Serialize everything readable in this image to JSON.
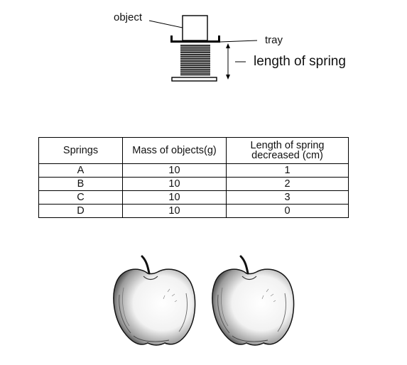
{
  "diagram": {
    "labels": {
      "object": "object",
      "tray": "tray",
      "length_of_spring": "length of spring"
    }
  },
  "table": {
    "headers": [
      "Springs",
      "Mass of objects(g)",
      "Length of spring decreased (cm)"
    ],
    "rows": [
      [
        "A",
        "10",
        "1"
      ],
      [
        "B",
        "10",
        "2"
      ],
      [
        "C",
        "10",
        "3"
      ],
      [
        "D",
        "10",
        "0"
      ]
    ]
  },
  "apples": {
    "count": 2,
    "icon": "apple-icon"
  }
}
